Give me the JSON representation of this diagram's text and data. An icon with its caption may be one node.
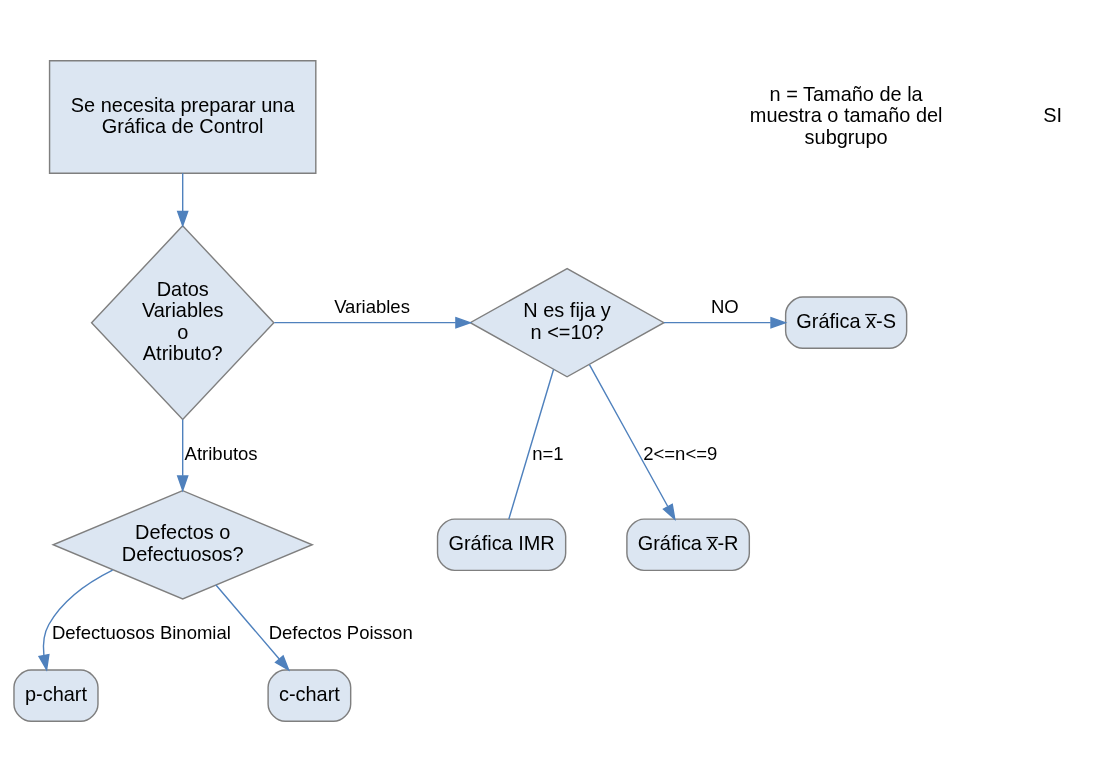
{
  "diagram": {
    "nodes": [
      {
        "text": [
          "Se necesita preparar una Gráfica de Control"
        ]
      },
      {
        "text": [
          "Datos Variables o Atributo?"
        ]
      },
      {
        "text": [
          "N es fija y n <=10?"
        ]
      },
      {
        "text": [
          "Gráfica x̅-S"
        ]
      },
      {
        "text": [
          "Gráfica IMR"
        ]
      },
      {
        "text": [
          "Gráfica x̅-R"
        ]
      },
      {
        "text": [
          "Defectos o Defectuosos?"
        ]
      },
      {
        "text": [
          "p-chart"
        ]
      },
      {
        "text": [
          "c-chart"
        ]
      }
    ],
    "edges": [
      {
        "from": 0,
        "to": 1,
        "arrow": "to"
      },
      {
        "from": 1,
        "to": 2,
        "arrow": "to",
        "label": "Variables"
      },
      {
        "from": 1,
        "to": 6,
        "arrow": "to",
        "label": "Atributos"
      },
      {
        "from": 2,
        "to": 3,
        "arrow": "to",
        "label": "NO"
      },
      {
        "from": 2,
        "to": 4,
        "arrow": "none",
        "label": "n=1"
      },
      {
        "from": 2,
        "to": 5,
        "arrow": "to",
        "label": "2<=n<=9"
      },
      {
        "from": 6,
        "to": 7,
        "arrow": "to",
        "label": "Defectuosos Binomial"
      },
      {
        "from": 6,
        "to": 8,
        "arrow": "to",
        "label": "Defectos Poisson"
      }
    ],
    "labels": [
      "n = Tamaño de la muestra o tamaño del subgrupo",
      "SI"
    ]
  }
}
